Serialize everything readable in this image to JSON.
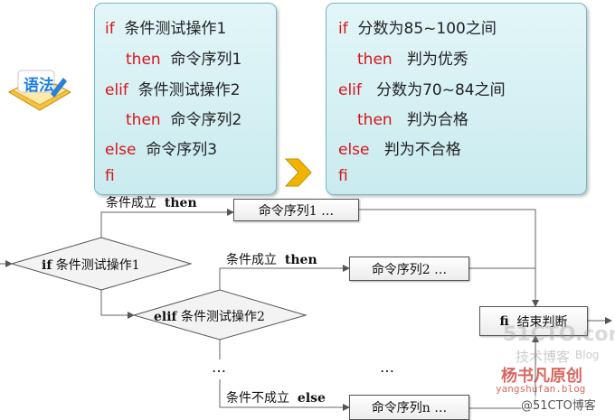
{
  "badge": {
    "label": "语法"
  },
  "syntax": {
    "lines": [
      {
        "kw": "if",
        "text": "条件测试操作1"
      },
      {
        "kw": "then",
        "text": "命令序列1"
      },
      {
        "kw": "elif",
        "text": "条件测试操作2"
      },
      {
        "kw": "then",
        "text": "命令序列2"
      },
      {
        "kw": "else",
        "text": "命令序列3"
      },
      {
        "kw": "fi",
        "text": ""
      }
    ]
  },
  "example": {
    "lines": [
      {
        "kw": "if",
        "text": "分数为85~100之间"
      },
      {
        "kw": "then",
        "text": "判为优秀"
      },
      {
        "kw": "elif",
        "text": "分数为70~84之间"
      },
      {
        "kw": "then",
        "text": "判为合格"
      },
      {
        "kw": "else",
        "text": "判为不合格"
      },
      {
        "kw": "fi",
        "text": ""
      }
    ]
  },
  "flow": {
    "decision1": {
      "kw": "if",
      "text": "条件测试操作1"
    },
    "decision2": {
      "kw": "elif",
      "text": "条件测试操作2"
    },
    "branch1": {
      "text": "条件成立",
      "kw": "then"
    },
    "branch2": {
      "text": "条件成立",
      "kw": "then"
    },
    "branch3": {
      "text": "条件不成立",
      "kw": "else"
    },
    "cmd1": "命令序列1 …",
    "cmd2": "命令序列2 …",
    "cmdn": "命令序列n …",
    "end": {
      "kw": "fi",
      "text": "结束判断"
    },
    "ellipsis_left": "…",
    "ellipsis_right": "…"
  },
  "watermark": {
    "site": "51CTO.com",
    "blog_cn": "技术博客",
    "blog_en": "Blog",
    "author": "杨书凡原创",
    "url": "yangshufan.blog",
    "credit": "@51CTO博客"
  },
  "colors": {
    "keyword": "#d8141a",
    "panel": "#d2eff2",
    "arrow": "#f0b400"
  }
}
